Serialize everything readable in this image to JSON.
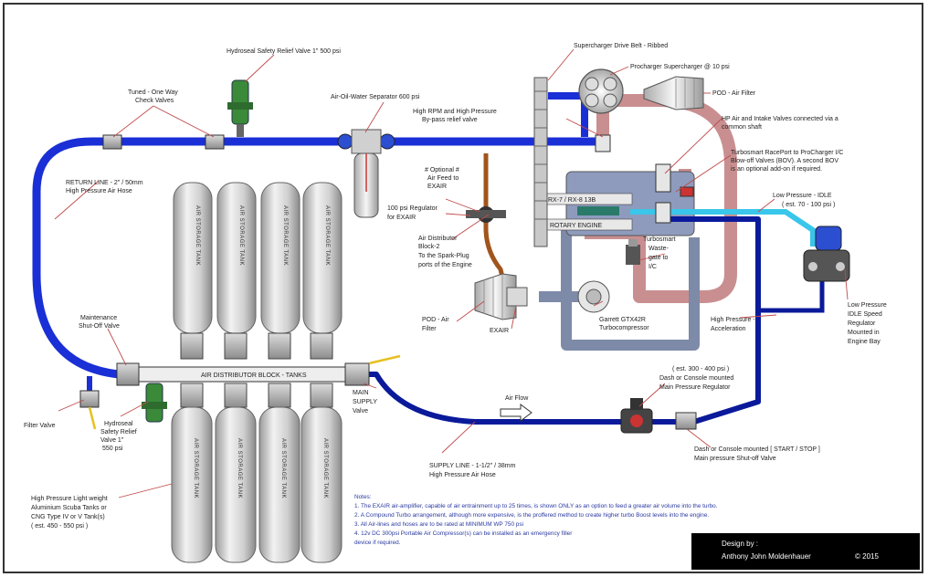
{
  "labels": {
    "relief_valve_top": "Hydroseal Safety Relief Valve 1\" 500 psi",
    "check_valves": [
      "Tuned - One Way",
      "Check Valves"
    ],
    "separator": "Air-Oil-Water Separator 600 psi",
    "drive_belt": "Supercharger Drive Belt - Ribbed",
    "procharger": "Procharger Supercharger @ 10 psi",
    "pod_filter_top": "POD - Air Filter",
    "bypass": [
      "High RPM and High Pressure",
      "By-pass relief valve"
    ],
    "hp_air_intake": [
      "HP Air and Intake Valves connected via a",
      "common shaft"
    ],
    "turbosmart_bov": [
      "Turbosmart RacePort to ProCharger I/C",
      "Blow-off Valves (BOV). A second BOV",
      "is an optional add-on if required."
    ],
    "return_line": [
      "RETURN LINE - 2\" / 50mm",
      "High Pressure Air Hose"
    ],
    "optional_exair": [
      "# Optional #",
      "Air Feed to",
      "EXAIR"
    ],
    "regulator_100": [
      "100 psi Regulator",
      "for EXAIR"
    ],
    "distributor_block2": [
      "Air Distributor",
      "Block-2",
      "To the Spark-Plug",
      "ports of the Engine"
    ],
    "low_pressure_idle": [
      "Low Pressure - IDLE",
      "( est. 70 - 100 psi )"
    ],
    "engine_model": "RX-7 / RX-8 13B",
    "rotary_engine": "ROTARY ENGINE",
    "wastegate": [
      "Turbosmart",
      "Waste-",
      "gate to",
      "I/C"
    ],
    "pod_filter_left": [
      "POD - Air",
      "Filter"
    ],
    "exair": "EXAIR",
    "garrett": [
      "Garrett GTX42R",
      "Turbocompressor"
    ],
    "high_pressure_accel": [
      "High Pressure -",
      "Acceleration"
    ],
    "low_pressure_regulator": [
      "Low Pressure",
      "IDLE Speed",
      "Regulator",
      "Mounted in",
      "Engine Bay"
    ],
    "maintenance_valve": [
      "Maintenance",
      "Shut-Off Valve"
    ],
    "distributor_block": "AIR DISTRIBUTOR BLOCK - TANKS",
    "main_supply_valve": [
      "MAIN",
      "SUPPLY",
      "Valve"
    ],
    "dash_regulator": [
      "( est. 300 - 400 psi )",
      "Dash or Console mounted",
      "Main Pressure Regulator"
    ],
    "air_flow": "Air Flow",
    "filter_valve": "Filter Valve",
    "relief_valve_bottom": [
      "Hydroseal",
      "Safety Relief",
      "Valve 1\"",
      "550 psi"
    ],
    "supply_line": [
      "SUPPLY LINE - 1-1/2\" / 38mm",
      "High Pressure Air Hose"
    ],
    "dash_start_stop": [
      "Dash or Console mounted [ START / STOP ]",
      "Main pressure Shut-off Valve"
    ],
    "tanks_desc": [
      "High Pressure Light weight",
      "Aluminium Scuba Tanks or",
      "CNG Type IV or V Tank(s)",
      "( est. 450 - 550 psi )"
    ],
    "tank_text": "AIR STORAGE TANK"
  },
  "notes": {
    "title": "Notes:",
    "items": [
      "1. The EXAIR air-amplifier, capable of air entrainment up to 25 times, is shown ONLY as an option to feed a greater air volume into the turbo.",
      "2. A Compound Turbo arrangement, although more expensive, is the proffered method to create higher turbo Boost levels into the engine.",
      "3. All Air-lines and hoses are to be rated at MINIMUM WP 750 psi",
      "4. 12v DC 300psi Portable Air Compressor(s) can be installed as an emergency filler",
      "   device if required."
    ]
  },
  "credit": {
    "line1": "Design by :",
    "line2": "Anthony John Moldenhauer",
    "copyright": "© 2015"
  },
  "colors": {
    "high_pressure_line": "#1a2fd6",
    "supply_line": "#0a1a9a",
    "low_pressure_line": "#39c6ea",
    "intake_pipe": "#c98f90",
    "exhaust_pipe": "#7d8aa8",
    "exair_feed": "#a0551c",
    "relief_valve": "#3a8a3a",
    "credit_bg": "#000000"
  }
}
